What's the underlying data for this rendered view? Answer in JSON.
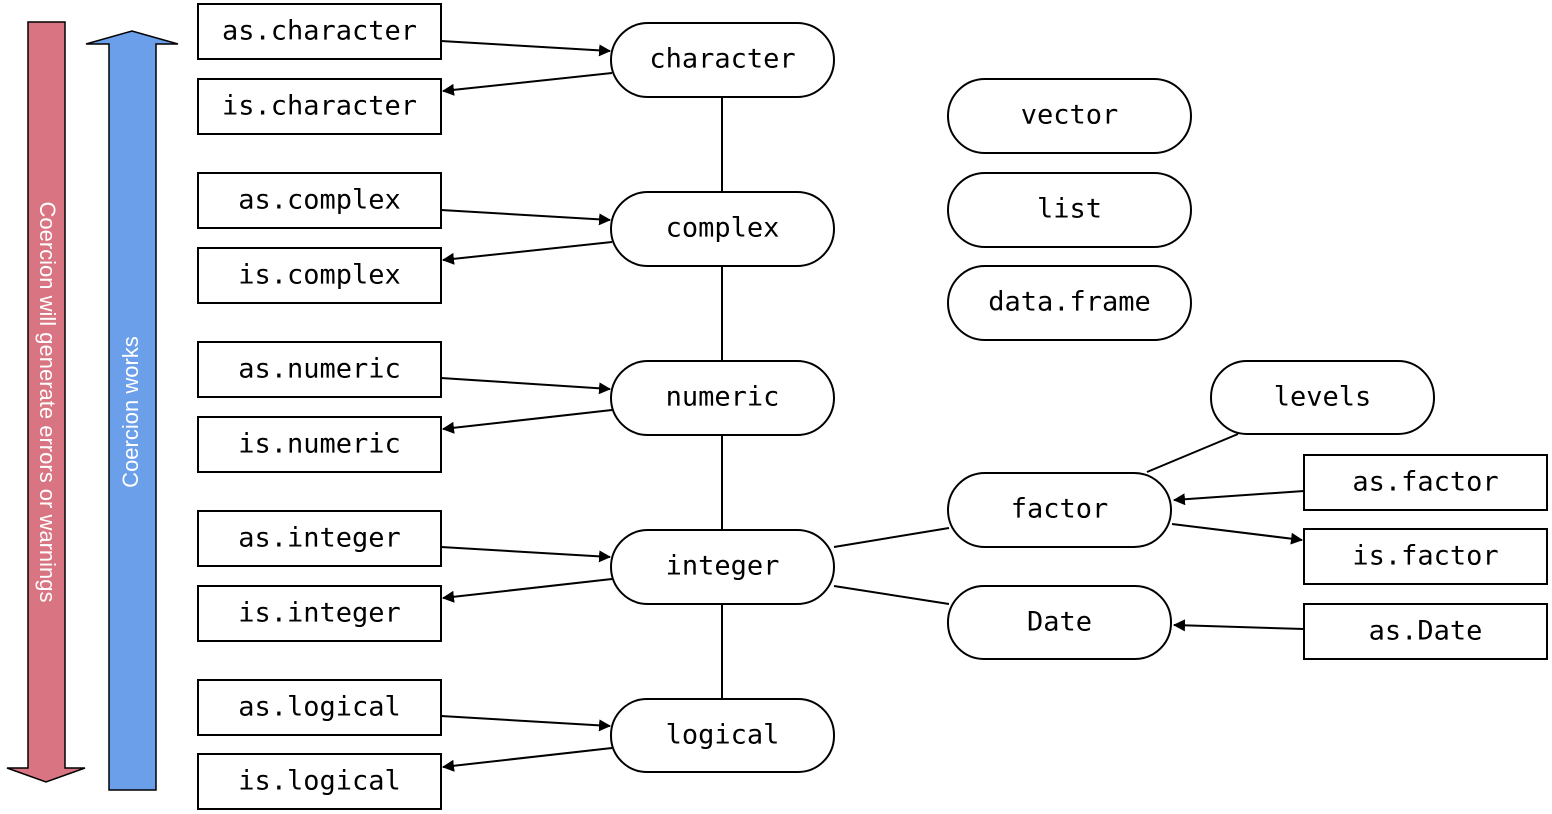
{
  "legend": {
    "down_arrow_label": "Coercion will generate errors or warnings",
    "up_arrow_label": "Coercion works",
    "down_arrow_color": "#d97582",
    "up_arrow_color": "#6b9fe9"
  },
  "types": {
    "character": "character",
    "complex": "complex",
    "numeric": "numeric",
    "integer": "integer",
    "logical": "logical",
    "vector": "vector",
    "list": "list",
    "data_frame": "data.frame",
    "levels": "levels",
    "factor": "factor",
    "date": "Date"
  },
  "functions": {
    "as_character": "as.character",
    "is_character": "is.character",
    "as_complex": "as.complex",
    "is_complex": "is.complex",
    "as_numeric": "as.numeric",
    "is_numeric": "is.numeric",
    "as_integer": "as.integer",
    "is_integer": "is.integer",
    "as_logical": "as.logical",
    "is_logical": "is.logical",
    "as_factor": "as.factor",
    "is_factor": "is.factor",
    "as_date": "as.Date"
  }
}
